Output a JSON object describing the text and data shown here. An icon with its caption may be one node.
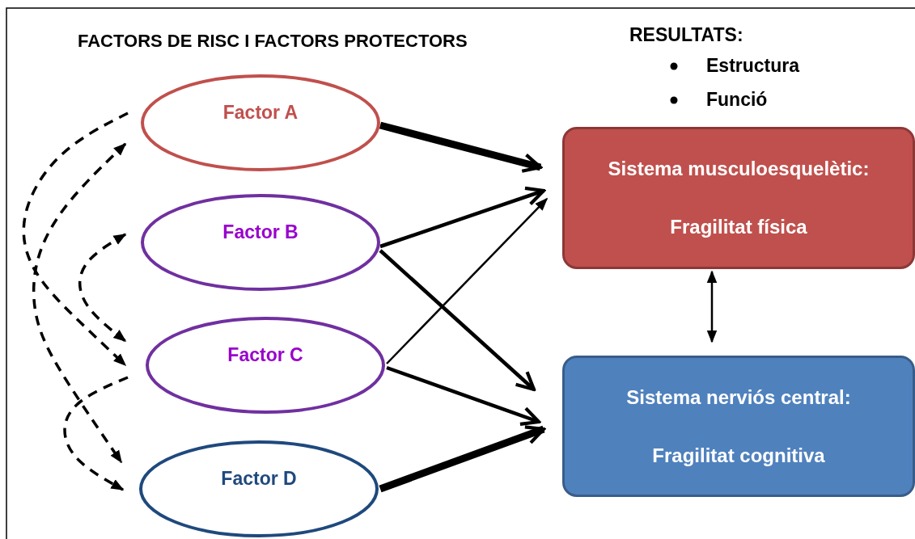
{
  "diagram": {
    "title": "FACTORS DE RISC I FACTORS PROTECTORS",
    "nodes": [
      {
        "text": [
          "Factor A"
        ]
      },
      {
        "text": [
          "Factor B"
        ]
      },
      {
        "text": [
          "Factor C"
        ]
      },
      {
        "text": [
          "Factor D"
        ]
      },
      {
        "text": [
          "Sistema musculoesquelètic:",
          "Fragilitat física"
        ]
      },
      {
        "text": [
          "Sistema nerviós central:",
          "Fragilitat cognitiva"
        ]
      }
    ],
    "edges": [
      {
        "from": 0,
        "to": 4,
        "arrow": "to",
        "style": "thick"
      },
      {
        "from": 1,
        "to": 4,
        "arrow": "to"
      },
      {
        "from": 1,
        "to": 5,
        "arrow": "to"
      },
      {
        "from": 2,
        "to": 4,
        "arrow": "to"
      },
      {
        "from": 2,
        "to": 5,
        "arrow": "to"
      },
      {
        "from": 3,
        "to": 5,
        "arrow": "to",
        "style": "thick"
      },
      {
        "from": 4,
        "to": 5,
        "arrow": "both"
      },
      {
        "from": 0,
        "to": 2,
        "arrow": "to",
        "style": "dashed"
      },
      {
        "from": 0,
        "to": 3,
        "arrow": "both",
        "style": "dashed"
      },
      {
        "from": 1,
        "to": 2,
        "arrow": "both",
        "style": "dashed"
      },
      {
        "from": 2,
        "to": 3,
        "arrow": "to",
        "style": "dashed"
      }
    ],
    "labels": [
      "RESULTATS:",
      "Estructura",
      "Funció"
    ]
  }
}
